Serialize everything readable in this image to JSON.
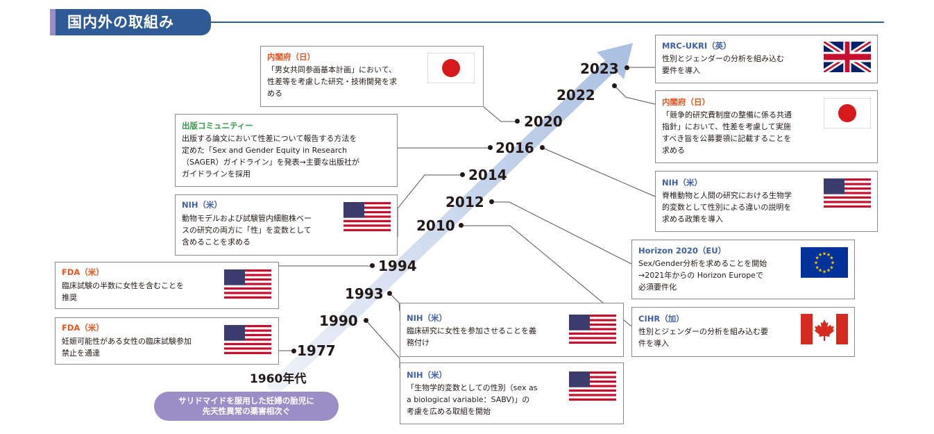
{
  "header": {
    "title": "国内外の取組み"
  },
  "timeline": {
    "years": {
      "y1960s": "1960年代",
      "y1977": "1977",
      "y1990": "1990",
      "y1993": "1993",
      "y1994": "1994",
      "y2010": "2010",
      "y2012": "2012",
      "y2014": "2014",
      "y2016": "2016",
      "y2020": "2020",
      "y2022": "2022",
      "y2023": "2023"
    },
    "origin": {
      "line1": "サリドマイドを服用した妊婦の胎児に",
      "line2": "先天性異常の薬害相次ぐ"
    }
  },
  "events": {
    "fda1977": {
      "org": "FDA（米）",
      "desc1": "妊娠可能性がある女性の臨床試験参加",
      "desc2": "禁止を通達",
      "flag": "us-flag-icon"
    },
    "fda1994": {
      "org": "FDA（米）",
      "desc1": "臨床試験の半数に女性を含むことを",
      "desc2": "推奨",
      "flag": "us-flag-icon"
    },
    "nih2014": {
      "org": "NIH（米）",
      "desc1": "動物モデルおよび試験管内細胞株ベー",
      "desc2": "スの研究の両方に「性」を変数として",
      "desc3": "含めることを求める",
      "flag": "us-flag-icon"
    },
    "pub2016": {
      "org": "出版コミュニティー",
      "desc1": "出版する論文において性差について報告する方法を",
      "desc2": "定めた「Sex and Gender Equity in Research",
      "desc3": "（SAGER）ガイドライン」を発表→主要な出版社が",
      "desc4": "ガイドラインを採用"
    },
    "cao2020": {
      "org": "内閣府（日）",
      "desc1": "「男女共同参画基本計画」において、",
      "desc2": "性差等を考慮した研究・技術開発を求",
      "desc3": "める",
      "flag": "japan-flag-icon"
    },
    "ukri2023": {
      "org": "MRC-UKRI（英）",
      "desc1": "性別とジェンダーの分析を組み込む",
      "desc2": "要件を導入",
      "flag": "uk-flag-icon"
    },
    "cao2022": {
      "org": "内閣府（日）",
      "desc1": "「競争的研究費制度の整備に係る共通",
      "desc2": "指針」において、性差を考慮して実施",
      "desc3": "すべき旨を公募要領に記載することを",
      "desc4": "求める",
      "flag": "japan-flag-icon"
    },
    "nih2016": {
      "org": "NIH（米）",
      "desc1": "脊椎動物と人間の研究における生物学",
      "desc2": "的変数として性別による違いの説明を",
      "desc3": "求める政策を導入",
      "flag": "us-flag-icon"
    },
    "horizon2012": {
      "org": "Horizon 2020（EU）",
      "desc1": "Sex/Gender分析を求めることを開始",
      "desc2": "→2021年からの Horizon Europeで",
      "desc3": "必須要件化",
      "flag": "eu-flag-icon"
    },
    "cihr2010": {
      "org": "CIHR（加）",
      "desc1": "性別とジェンダーの分析を組み込む要",
      "desc2": "件を導入",
      "flag": "canada-flag-icon"
    },
    "nih1993": {
      "org": "NIH（米）",
      "desc1": "臨床研究に女性を参加させることを義",
      "desc2": "務付け",
      "flag": "us-flag-icon"
    },
    "nih1990": {
      "org": "NIH（米）",
      "desc1": "「生物学的変数としての性別（sex as",
      "desc2": "a biological variable：SABV)」の",
      "desc3": "考慮を広める取組を開始",
      "flag": "us-flag-icon"
    }
  },
  "colors": {
    "titleBlue": "#2e5b95",
    "accentPurple": "#9b8ec6",
    "orgOrange": "#e8531e",
    "orgBlue": "#3f5fa8",
    "orgGreen": "#2f9e44",
    "arrowLight": "#dfe7f3",
    "arrowDark": "#a9bfe1"
  }
}
